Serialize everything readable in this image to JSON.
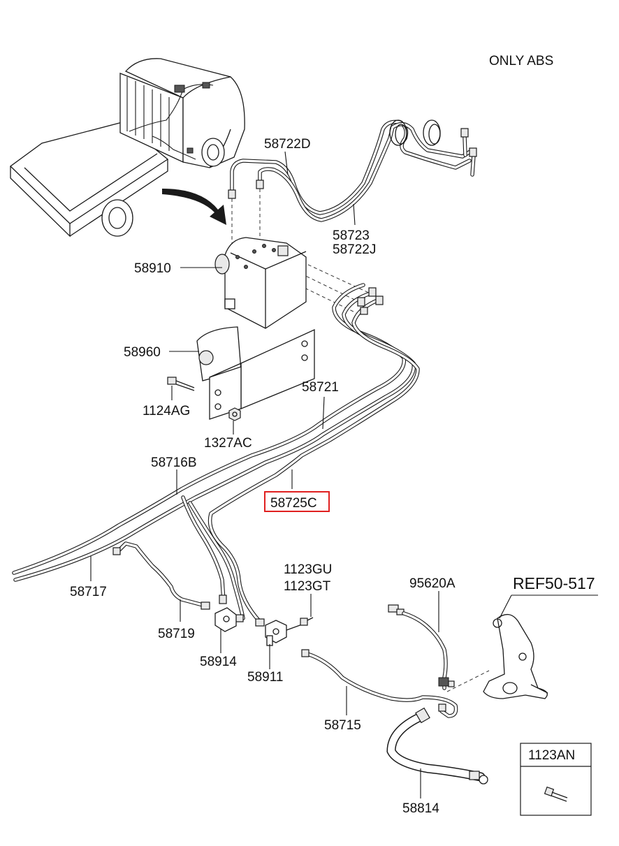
{
  "header": {
    "title": "ONLY ABS"
  },
  "reference": {
    "label": "REF50-517"
  },
  "parts": {
    "p58722D": "58722D",
    "p58723": "58723",
    "p58722J": "58722J",
    "p58910": "58910",
    "p58960": "58960",
    "p1124AG": "1124AG",
    "p1327AC": "1327AC",
    "p58721": "58721",
    "p58716B": "58716B",
    "p58725C": "58725C",
    "p58717": "58717",
    "p58719": "58719",
    "p58914": "58914",
    "p58911": "58911",
    "p1123GU": "1123GU",
    "p1123GT": "1123GT",
    "p95620A": "95620A",
    "p58715": "58715",
    "p58814": "58814"
  },
  "inset": {
    "label": "1123AN"
  },
  "highlight": {
    "part": "58725C",
    "color": "#e02020"
  }
}
